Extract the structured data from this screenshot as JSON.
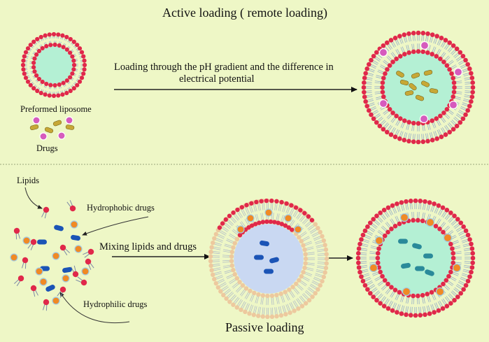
{
  "active": {
    "title": "Active loading ( remote loading)",
    "arrow_label_line1": "Loading through the pH gradient and the difference in",
    "arrow_label_line2": "electrical potential",
    "preformed_label": "Preformed liposome",
    "drugs_label": "Drugs"
  },
  "passive": {
    "title": "Passive loading",
    "lipids_label": "Lipids",
    "hydrophobic_label": "Hydrophobic drugs",
    "hydrophilic_label": "Hydrophilic drugs",
    "mixing_label": "Mixing lipids and drugs"
  },
  "colors": {
    "background": "#eef7c6",
    "lipid_head": "#e0284a",
    "lipid_tail": "#8aa4c8",
    "aqueous_core": "#b4f0d4",
    "hydrophilic_drug": "#d65bbd",
    "hydrophobic_drug": "#c7a836",
    "passive_hydrophilic": "#f08a24",
    "passive_hydrophobic": "#1b54b6",
    "forming_bilayer": "#edc99e",
    "forming_core": "#c9d8f2"
  }
}
